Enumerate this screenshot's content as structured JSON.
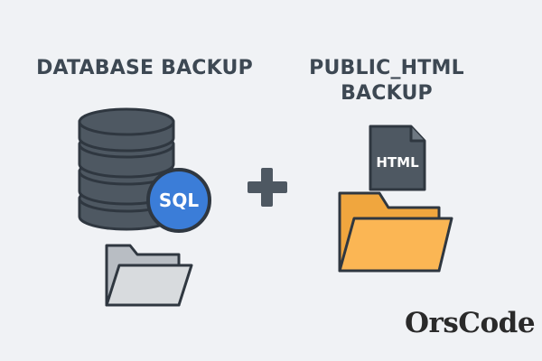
{
  "titles": {
    "database_backup": "DATABASE BACKUP",
    "public_html_line1": "PUBLIC_HTML",
    "public_html_line2": "BACKUP"
  },
  "badges": {
    "sql_label": "SQL",
    "html_label": "HTML"
  },
  "operator": "+",
  "brand": {
    "text": "OrsCode",
    "logo_name": "orscode-logo"
  },
  "colors": {
    "background": "#f0f2f5",
    "database": "#4e5862",
    "sql_badge": "#3b7dd8",
    "html_file": "#4e5862",
    "folder_gray": "#cfd3d7",
    "folder_orange": "#fbb654",
    "outline": "#2f3740",
    "text": "#3d4853"
  },
  "icons": [
    "database-icon",
    "sql-badge-icon",
    "gray-folder-icon",
    "plus-icon",
    "html-file-icon",
    "orange-folder-icon"
  ]
}
